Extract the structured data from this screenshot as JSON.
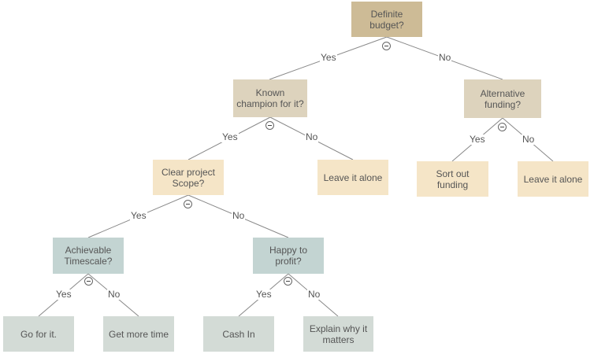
{
  "colors": {
    "root": "#cdbb96",
    "level1": "#ddd3bd",
    "level2": "#f5e5c7",
    "level3": "#c3d4d2",
    "leaf": "#d3dbd6",
    "edge": "#888888"
  },
  "nodes": {
    "definite_budget": "Definite\nbudget?",
    "known_champion": "Known\nchampion for it?",
    "alternative_funding": "Alternative\nfunding?",
    "clear_scope": "Clear project\nScope?",
    "leave_alone_1": "Leave it alone",
    "sort_out_funding": "Sort out\nfunding",
    "leave_alone_2": "Leave it alone",
    "achievable_timescale": "Achievable\nTimescale?",
    "happy_to_profit": "Happy to\nprofit?",
    "go_for_it": "Go for it.",
    "get_more_time": "Get more time",
    "cash_in": "Cash In",
    "explain_why": "Explain why it\nmatters"
  },
  "edge_labels": {
    "yes": "Yes",
    "no": "No"
  }
}
